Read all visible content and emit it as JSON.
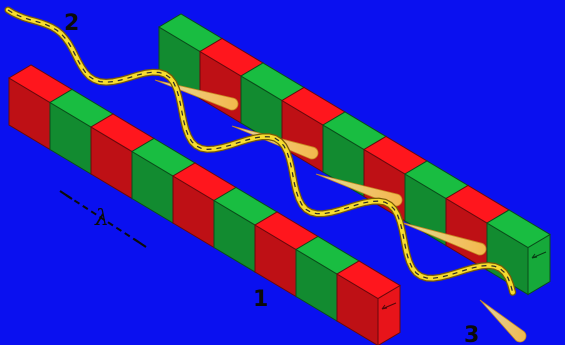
{
  "colors": {
    "background": "#0a10f0",
    "magnet_red": "#e8141a",
    "magnet_green": "#16a93a",
    "electron_path": "#f7dc2e",
    "radiation_cone": "#f2b84b",
    "marker_text": "#0b0b0b"
  },
  "labels": {
    "magnets": "1",
    "electron_beam": "2",
    "synchrotron_radiation": "3",
    "period": "λ"
  },
  "rows": {
    "back": [
      "green",
      "red",
      "green",
      "red",
      "green",
      "red",
      "green",
      "red",
      "green"
    ],
    "front": [
      "red",
      "green",
      "red",
      "green",
      "red",
      "green",
      "red",
      "green",
      "red"
    ]
  }
}
